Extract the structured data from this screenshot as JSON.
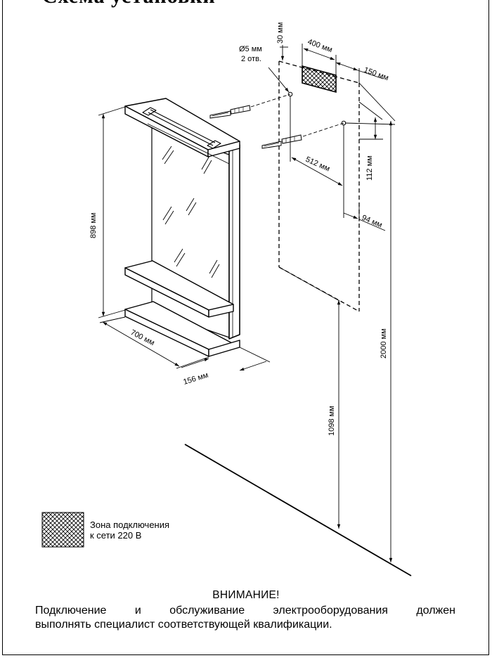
{
  "header": {
    "title": "Схема установки"
  },
  "dimensions": {
    "mirror_height": "898 мм",
    "cabinet_width": "700 мм",
    "cabinet_depth": "156 мм",
    "hole_spec_line1": "Ø5 мм",
    "hole_spec_line2": "2 отв.",
    "gap_top": "30 мм",
    "socket_width": "400 мм",
    "socket_offset": "150 мм",
    "hole_spacing": "512 мм",
    "hole_drop": "112 мм",
    "hole_side": "94 мм",
    "floor_to_bottom": "1098 мм",
    "floor_to_top": "2000 мм"
  },
  "legend": {
    "line1": "Зона подключения",
    "line2": "к сети 220 В"
  },
  "warning": {
    "title": "ВНИМАНИЕ!",
    "line1": "Подключение и обслуживание электрооборудования должен",
    "line2": "выполнять специалист соответствующей квалификации."
  }
}
